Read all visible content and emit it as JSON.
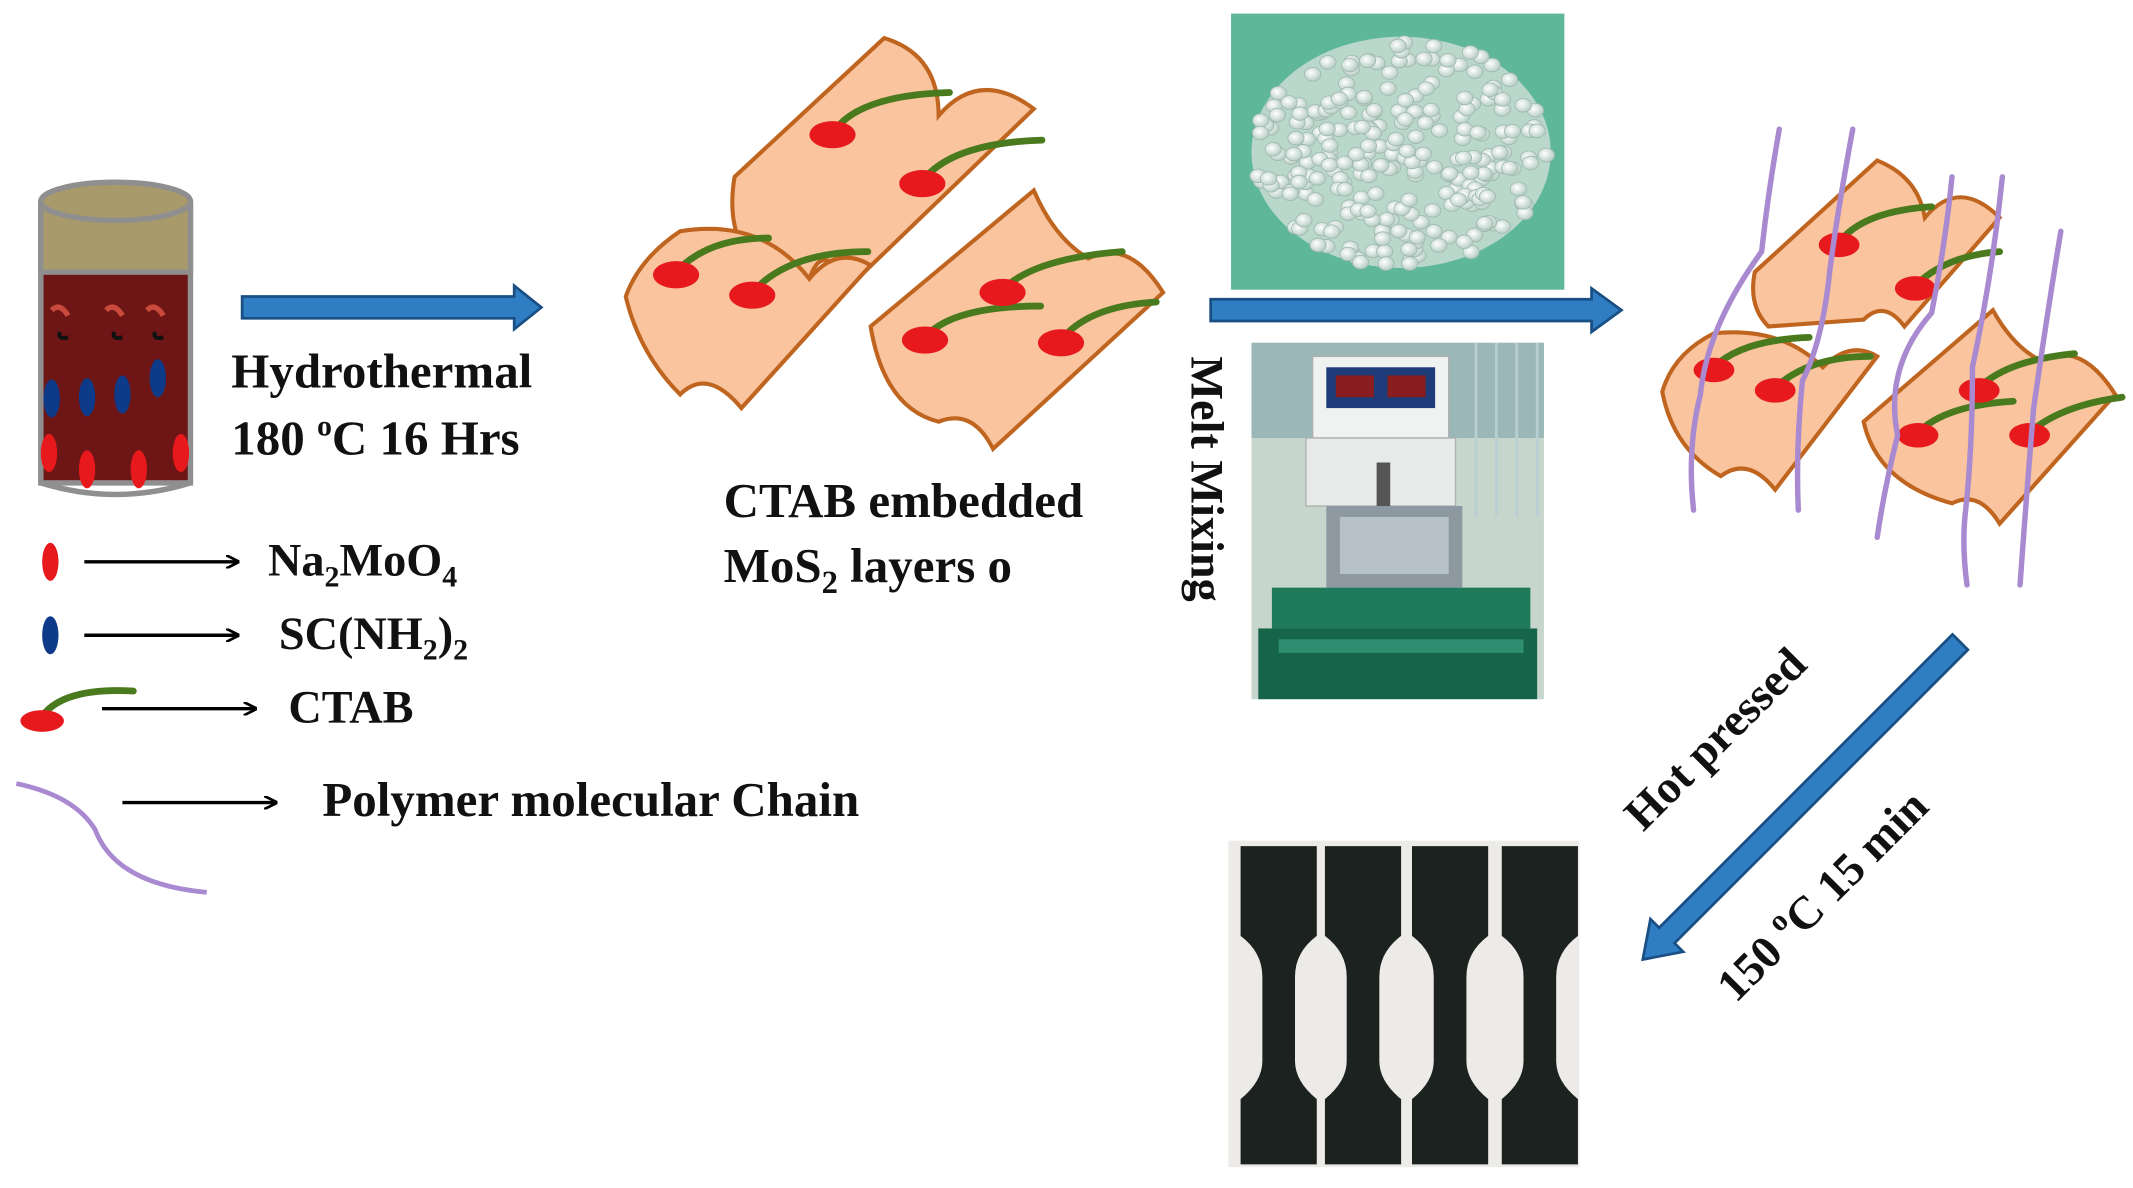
{
  "step1": {
    "line1": "Hydrothermal",
    "line2_num": "180 ",
    "line2_sup": "o",
    "line2_rest": "C 16 Hrs"
  },
  "mos2_caption": {
    "line1": "CTAB embedded",
    "line2_pre": "MoS",
    "line2_sub": "2",
    "line2_rest": " layers o"
  },
  "melt_label": "Melt Mixing",
  "hot_pressed": {
    "line1": "Hot pressed",
    "line2_num": "150 ",
    "line2_sup": "o",
    "line2_rest": "C 15 min"
  },
  "legend": {
    "na2moo4": {
      "a": "Na",
      "b": "2",
      "c": "MoO",
      "d": "4"
    },
    "thiourea": {
      "a": "SC(NH",
      "b": "2",
      "c": ")",
      "d": "2"
    },
    "ctab": "CTAB",
    "polymer": "Polymer molecular Chain"
  },
  "colors": {
    "sheet_fill": "#f9c49e",
    "sheet_stroke": "#c0651f",
    "dot_red": "#e8191c",
    "dot_blue": "#0d3b8a",
    "ctab_tail": "#4a7a1e",
    "polymer": "#a98ad0",
    "arrow_blue": "#2f7dc2",
    "liquid": "#7a1a1a",
    "cap": "#a99a6c"
  }
}
